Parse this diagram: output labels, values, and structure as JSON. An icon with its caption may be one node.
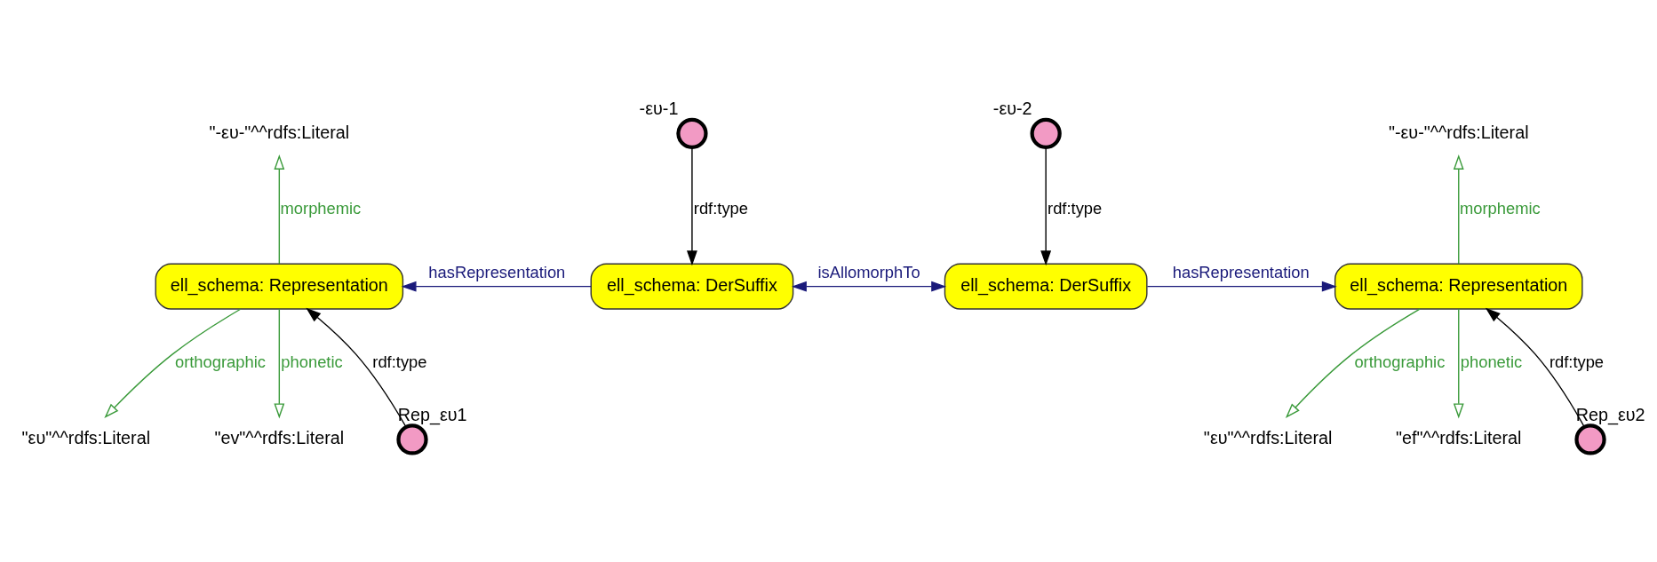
{
  "diagram": {
    "nodes": [
      {
        "text": [
          "\"-ευ-\"^^rdfs:Literal"
        ]
      },
      {
        "text": [
          "ell_schema: Representation"
        ]
      },
      {
        "text": [
          "\"ευ\"^^rdfs:Literal"
        ]
      },
      {
        "text": [
          "\"ev\"^^rdfs:Literal"
        ]
      },
      {
        "text": [
          "Rep_ευ1"
        ]
      },
      {
        "text": [
          "-ευ-1"
        ]
      },
      {
        "text": [
          "ell_schema: DerSuffix"
        ]
      },
      {
        "text": [
          "-ευ-2"
        ]
      },
      {
        "text": [
          "ell_schema: DerSuffix"
        ]
      },
      {
        "text": [
          "ell_schema: Representation"
        ]
      },
      {
        "text": [
          "\"-ευ-\"^^rdfs:Literal"
        ]
      },
      {
        "text": [
          "Rep_ευ2"
        ]
      },
      {
        "text": [
          "\"ευ\"^^rdfs:Literal"
        ]
      },
      {
        "text": [
          "\"ef\"^^rdfs:Literal"
        ]
      }
    ],
    "edges": [
      {
        "from": 1,
        "to": 0,
        "arrow": "to",
        "label": "morphemic",
        "color": "#3a9a3a"
      },
      {
        "from": 1,
        "to": 2,
        "arrow": "to",
        "label": "orthographic",
        "color": "#3a9a3a"
      },
      {
        "from": 1,
        "to": 3,
        "arrow": "to",
        "label": "phonetic",
        "color": "#3a9a3a"
      },
      {
        "from": 4,
        "to": 1,
        "arrow": "to",
        "label": "rdf:type",
        "color": "#000000"
      },
      {
        "from": 5,
        "to": 6,
        "arrow": "to",
        "label": "rdf:type",
        "color": "#000000"
      },
      {
        "from": 6,
        "to": 1,
        "arrow": "to",
        "label": "hasRepresentation",
        "color": "#1a1a7a"
      },
      {
        "from": 6,
        "to": 8,
        "arrow": "both",
        "label": "isAllomorphTo",
        "color": "#1a1a7a"
      },
      {
        "from": 7,
        "to": 8,
        "arrow": "to",
        "label": "rdf:type",
        "color": "#000000"
      },
      {
        "from": 8,
        "to": 9,
        "arrow": "to",
        "label": "hasRepresentation",
        "color": "#1a1a7a"
      },
      {
        "from": 11,
        "to": 9,
        "arrow": "to",
        "label": "rdf:type",
        "color": "#000000"
      },
      {
        "from": 9,
        "to": 10,
        "arrow": "to",
        "label": "morphemic",
        "color": "#3a9a3a"
      },
      {
        "from": 9,
        "to": 12,
        "arrow": "to",
        "label": "orthographic",
        "color": "#3a9a3a"
      },
      {
        "from": 9,
        "to": 13,
        "arrow": "to",
        "label": "phonetic",
        "color": "#3a9a3a"
      }
    ]
  }
}
